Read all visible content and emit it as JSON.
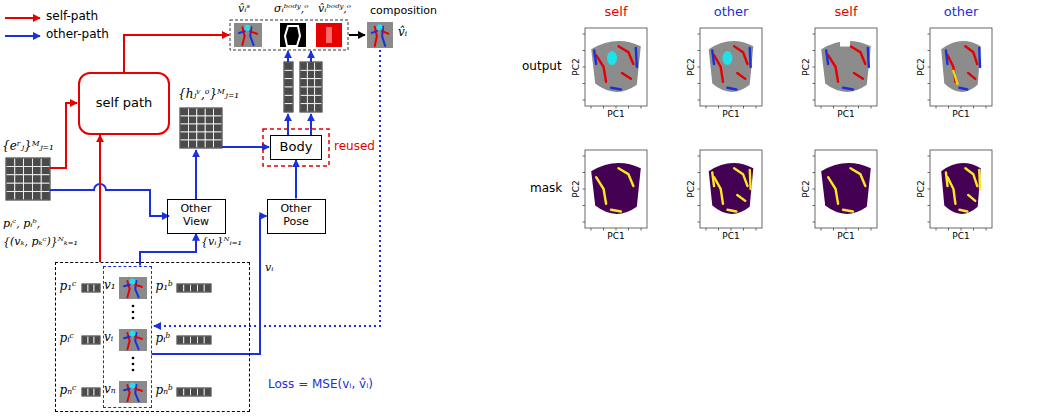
{
  "diagram": {
    "nodes": [
      {
        "text": [
          "self path"
        ]
      },
      {
        "text": [
          "Body"
        ]
      },
      {
        "text": [
          "Other View"
        ]
      },
      {
        "text": [
          "Other Pose"
        ]
      },
      {
        "text": [
          "p₁ᶜ",
          "p₁ᵇ",
          "pᵢᶜ",
          "pᵢᵇ",
          "pₙᶜ",
          "pₙᵇ"
        ]
      },
      {
        "text": [
          "v₁",
          "vᵢ",
          "vₙ"
        ],
        "in": 4
      }
    ],
    "edges": [
      {
        "from": 4,
        "to": 0,
        "arrow": "to"
      },
      {
        "from": 5,
        "to": 2,
        "arrow": "to",
        "label": "{vᵢ}ᴺᵢ₌₁"
      },
      {
        "from": 5,
        "to": 3,
        "arrow": "to",
        "label": "vᵢ"
      },
      {
        "from": 3,
        "to": 1,
        "arrow": "to"
      }
    ],
    "labels": [
      "{eʳⱼ}ᴹⱼ₌₁",
      "v̂ᵢˢ",
      "σᵢᵇᵒᵈʸ,ᵒ",
      "v̂ᵢᵇᵒᵈʸ,ᵒ",
      "composition",
      "v̂ᵢ",
      "{hⱼᵛ,ᵒ}ᴹⱼ₌₁",
      "reused",
      "pᵢᶜ, pᵢᵇ,",
      "{(vₖ, pₖᶜ)}ᴺₖ₌₁",
      "Loss = MSE(vᵢ, v̂ᵢ)",
      "self",
      "other",
      "self",
      "other",
      "output",
      "mask",
      "PC2",
      "PC2",
      "PC2",
      "PC2",
      "PC2",
      "PC2",
      "PC2",
      "PC2",
      "PC1",
      "PC1",
      "PC1",
      "PC1",
      "PC1",
      "PC1",
      "PC1",
      "PC1"
    ],
    "legend": [
      {
        "text": "self-path"
      },
      {
        "text": "other-path"
      }
    ]
  }
}
